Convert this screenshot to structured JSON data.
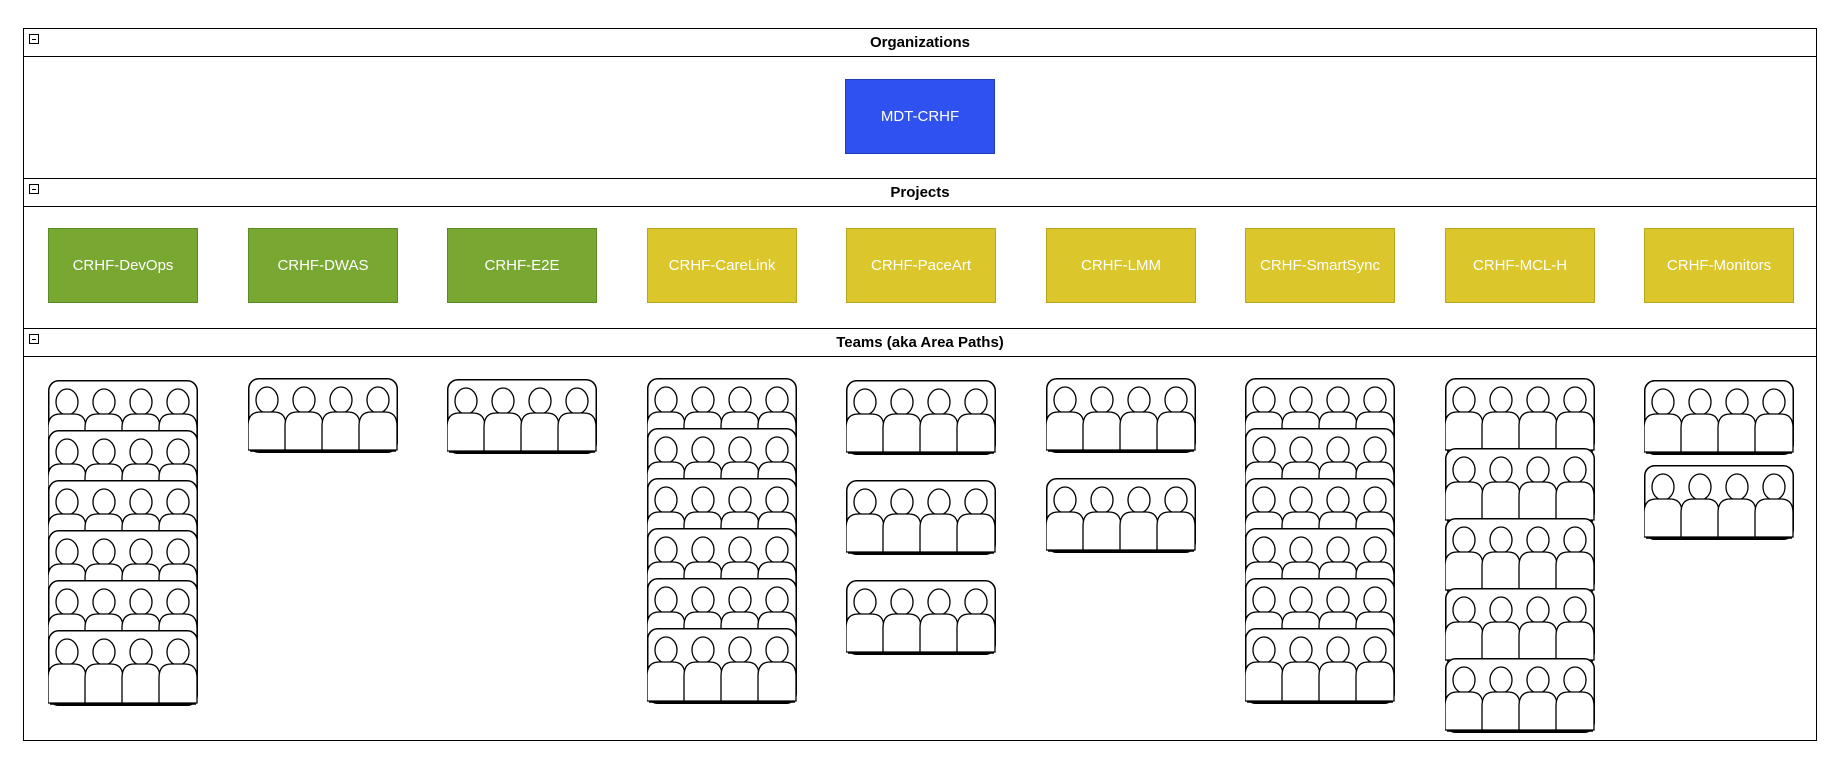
{
  "colors": {
    "organization": "#2f51f0",
    "project_green": "#79a832",
    "project_yellow": "#dbc62c"
  },
  "organizations": {
    "title": "Organizations",
    "items": [
      {
        "label": "MDT-CRHF",
        "color": "#2f51f0"
      }
    ]
  },
  "projects": {
    "title": "Projects",
    "items": [
      {
        "label": "CRHF-DevOps",
        "color": "#79a832",
        "teams": 6
      },
      {
        "label": "CRHF-DWAS",
        "color": "#79a832",
        "teams": 1
      },
      {
        "label": "CRHF-E2E",
        "color": "#79a832",
        "teams": 1
      },
      {
        "label": "CRHF-CareLink",
        "color": "#dbc62c",
        "teams": 6
      },
      {
        "label": "CRHF-PaceArt",
        "color": "#dbc62c",
        "teams": 3
      },
      {
        "label": "CRHF-LMM",
        "color": "#dbc62c",
        "teams": 2
      },
      {
        "label": "CRHF-SmartSync",
        "color": "#dbc62c",
        "teams": 6
      },
      {
        "label": "CRHF-MCL-H",
        "color": "#dbc62c",
        "teams": 5
      },
      {
        "label": "CRHF-Monitors",
        "color": "#dbc62c",
        "teams": 2
      }
    ]
  },
  "teams": {
    "title": "Teams (aka Area Paths)",
    "icon": "team-people-icon"
  }
}
